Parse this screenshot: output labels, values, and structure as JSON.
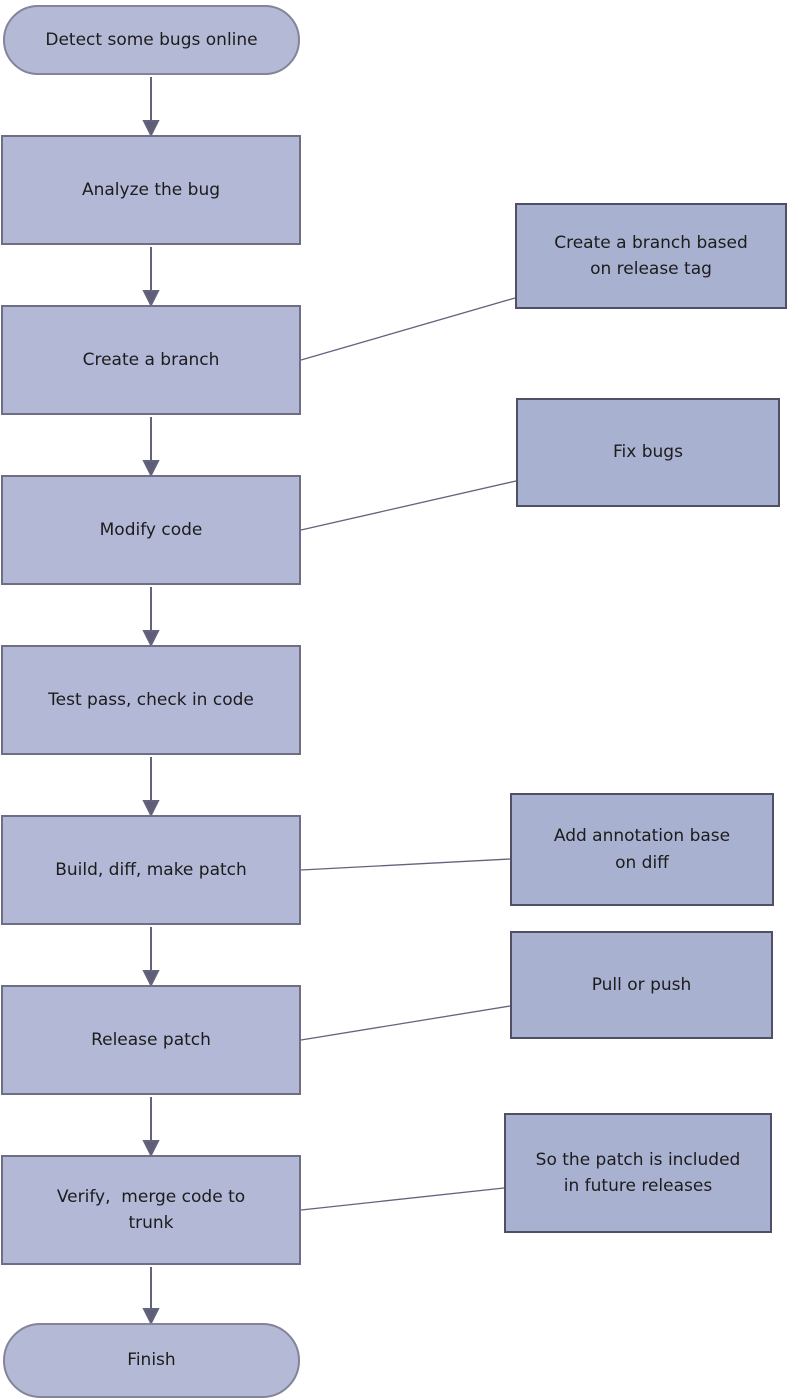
{
  "diagram": {
    "type": "flowchart",
    "direction": "top-down",
    "colors": {
      "main_node_fill": "#b2b8d6",
      "annotation_fill": "#a9b1d1",
      "node_border": "#6e6e84",
      "annotation_border": "#4f4f66",
      "arrow": "#63637e",
      "text": "#1c1c1c",
      "background": "#ffffff"
    },
    "nodes": [
      {
        "id": "start",
        "shape": "stadium",
        "label": "Detect some bugs online"
      },
      {
        "id": "analyze",
        "shape": "rect",
        "label": "Analyze the bug"
      },
      {
        "id": "branch",
        "shape": "rect",
        "label": "Create a branch"
      },
      {
        "id": "modify",
        "shape": "rect",
        "label": "Modify code"
      },
      {
        "id": "test",
        "shape": "rect",
        "label": "Test pass, check in code"
      },
      {
        "id": "build",
        "shape": "rect",
        "label": "Build, diff, make patch"
      },
      {
        "id": "release",
        "shape": "rect",
        "label": "Release patch"
      },
      {
        "id": "verify",
        "shape": "rect",
        "label": "Verify,  merge code to\ntrunk"
      },
      {
        "id": "finish",
        "shape": "stadium",
        "label": "Finish"
      }
    ],
    "edges": [
      {
        "from": "Detect some bugs online",
        "to": "Analyze the bug"
      },
      {
        "from": "Analyze the bug",
        "to": "Create a branch"
      },
      {
        "from": "Create a branch",
        "to": "Modify code"
      },
      {
        "from": "Modify code",
        "to": "Test pass, check in code"
      },
      {
        "from": "Test pass, check in code",
        "to": "Build, diff, make patch"
      },
      {
        "from": "Build, diff, make patch",
        "to": "Release patch"
      },
      {
        "from": "Release patch",
        "to": "Verify,  merge code to trunk"
      },
      {
        "from": "Verify,  merge code to trunk",
        "to": "Finish"
      }
    ],
    "annotations": [
      {
        "id": "note-branch",
        "attached_to": "Create a branch",
        "label": "Create a branch based\non release tag"
      },
      {
        "id": "note-modify",
        "attached_to": "Modify code",
        "label": "Fix bugs"
      },
      {
        "id": "note-build",
        "attached_to": "Build, diff, make patch",
        "label": "Add annotation base\non diff"
      },
      {
        "id": "note-release",
        "attached_to": "Release patch",
        "label": "Pull or push"
      },
      {
        "id": "note-verify",
        "attached_to": "Verify,  merge code to trunk",
        "label": "So the patch is included\nin future releases"
      }
    ]
  }
}
